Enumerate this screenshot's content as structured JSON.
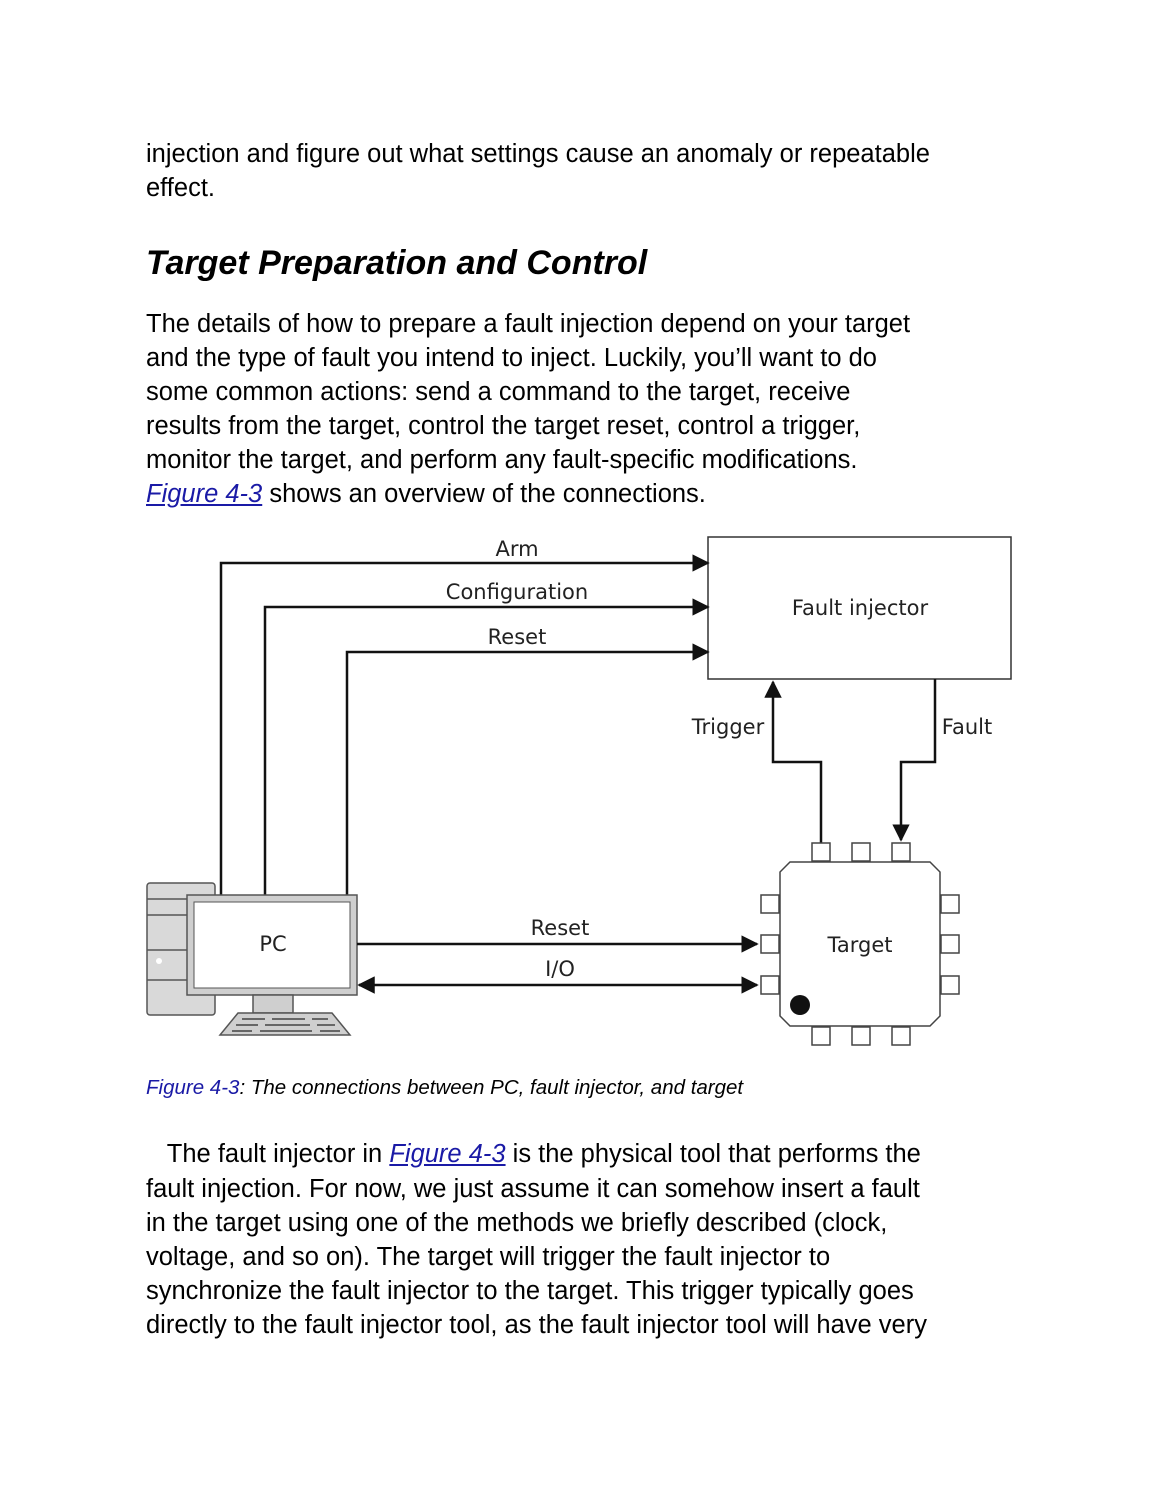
{
  "intro": {
    "line1": "injection and figure out what settings cause an anomaly or repeatable",
    "line2": "effect."
  },
  "section_title": "Target Preparation and Control",
  "paragraph1": {
    "lines": [
      "The details of how to prepare a fault injection depend on your target",
      "and the type of fault you intend to inject. Luckily, you’ll want to do",
      "some common actions: send a command to the target, receive",
      "results from the target, control the target reset, control a trigger,",
      "monitor the target, and perform any fault-specific modifications."
    ],
    "last_line_link": "Figure 4-3",
    "last_line_rest": " shows an overview of the connections."
  },
  "diagram": {
    "labels": {
      "arm": "Arm",
      "configuration": "Configuration",
      "reset_top": "Reset",
      "fault_injector": "Fault injector",
      "trigger": "Trigger",
      "fault": "Fault",
      "pc": "PC",
      "reset_bottom": "Reset",
      "io": "I/O",
      "target": "Target"
    }
  },
  "caption": {
    "label": "Figure 4-3",
    "text": ": The connections between PC, fault injector, and target"
  },
  "paragraph2": {
    "line1_start": "   The fault injector in ",
    "line1_link": "Figure 4-3",
    "line1_end": " is the physical tool that performs the",
    "lines": [
      "fault injection. For now, we just assume it can somehow insert a fault",
      "in the target using one of the methods we briefly described (clock,",
      "voltage, and so on). The target will trigger the fault injector to",
      "synchronize the fault injector to the target. This trigger typically goes",
      "directly to the fault injector tool, as the fault injector tool will have very"
    ]
  }
}
